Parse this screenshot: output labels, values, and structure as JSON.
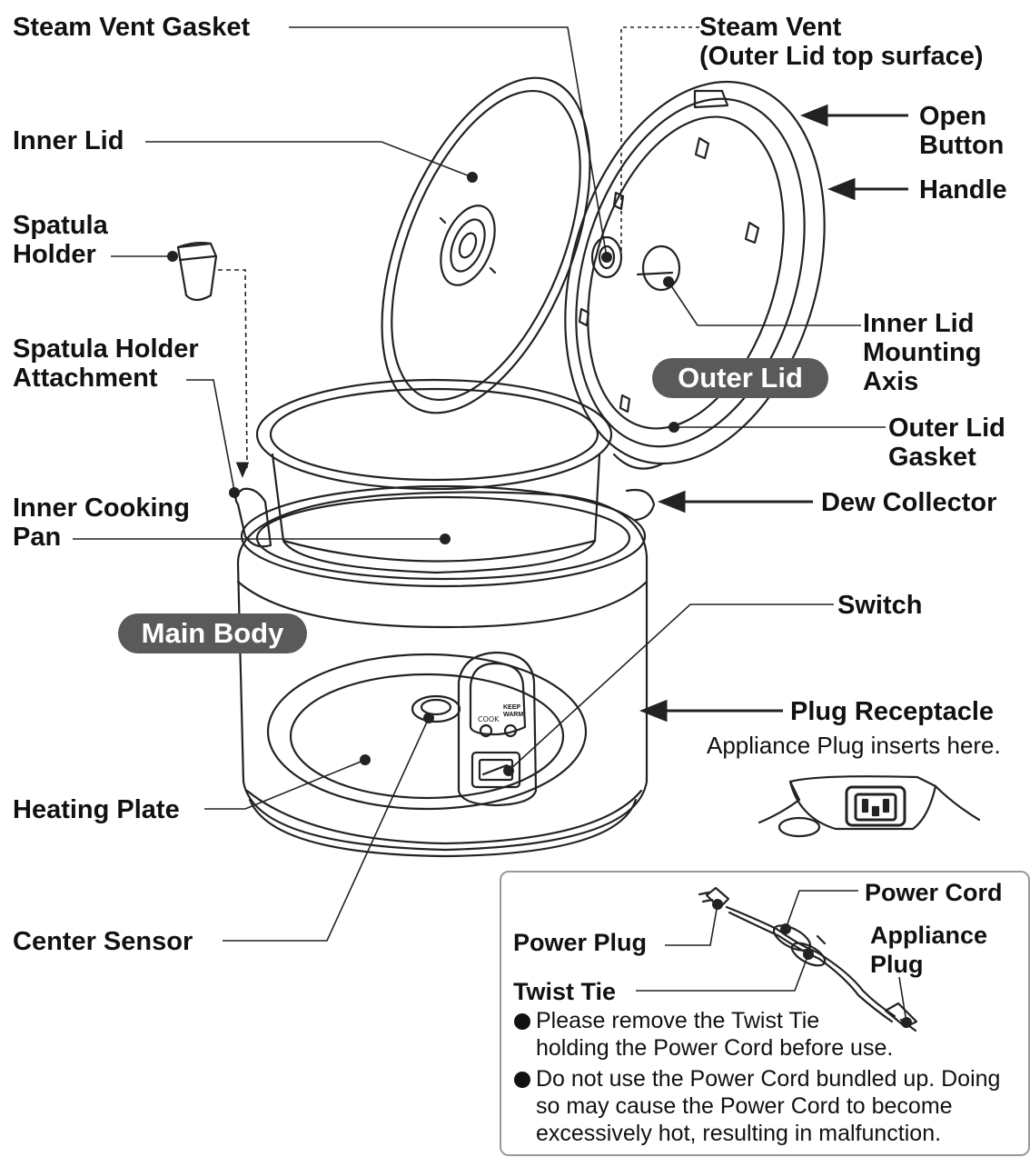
{
  "labels": {
    "steam_vent_gasket": "Steam Vent Gasket",
    "steam_vent": "Steam Vent\n(Outer Lid top surface)",
    "open_button": "Open\nButton",
    "handle": "Handle",
    "inner_lid": "Inner Lid",
    "spatula_holder": "Spatula\nHolder",
    "inner_lid_mounting_axis": "Inner Lid\nMounting\nAxis",
    "spatula_holder_attachment": "Spatula Holder\nAttachment",
    "outer_lid_gasket": "Outer Lid\nGasket",
    "dew_collector": "Dew Collector",
    "inner_cooking_pan": "Inner Cooking\nPan",
    "switch": "Switch",
    "plug_receptacle": "Plug Receptacle",
    "plug_receptacle_note": "Appliance Plug inserts here.",
    "heating_plate": "Heating Plate",
    "center_sensor": "Center Sensor",
    "power_cord": "Power Cord",
    "power_plug": "Power Plug",
    "appliance_plug": "Appliance\nPlug",
    "twist_tie": "Twist Tie"
  },
  "badges": {
    "outer_lid": "Outer Lid",
    "main_body": "Main Body"
  },
  "switch_panel": {
    "cook": "COOK",
    "keep_warm": "KEEP\nWARM"
  },
  "notes": [
    "Please remove the Twist Tie\nholding the Power Cord before use.",
    "Do not use the Power Cord bundled up. Doing\nso may cause the Power Cord to become\nexcessively hot, resulting in malfunction."
  ],
  "colors": {
    "badge_fill": "#5a5a5a",
    "line": "#222222"
  }
}
